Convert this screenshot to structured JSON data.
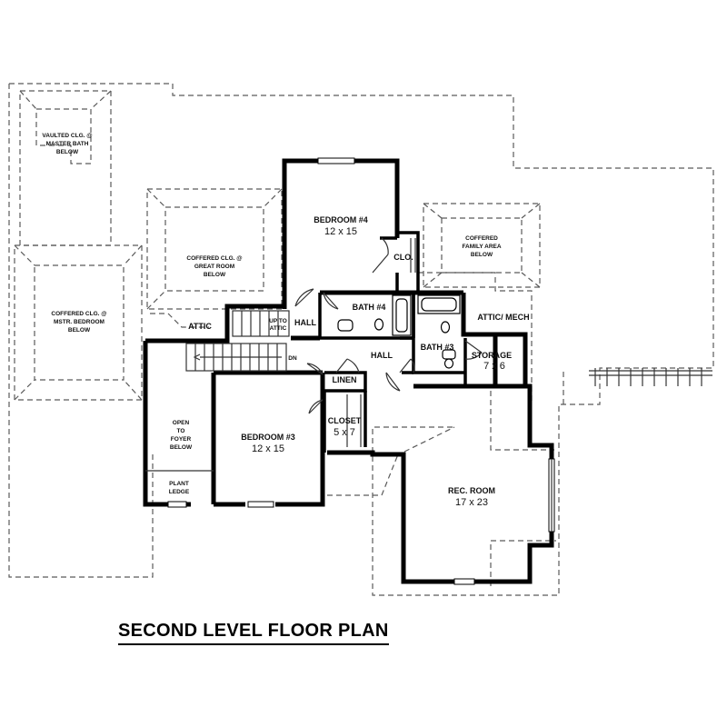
{
  "title": "SECOND LEVEL FLOOR PLAN",
  "rooms": {
    "bedroom4": {
      "name": "BEDROOM #4",
      "size": "12 x 15"
    },
    "bedroom3": {
      "name": "BEDROOM #3",
      "size": "12 x 15"
    },
    "rec_room": {
      "name": "REC. ROOM",
      "size": "17 x 23"
    },
    "closet": {
      "name": "CLOSET",
      "size": "5 x 7"
    },
    "storage": {
      "name": "STORAGE",
      "size": "7 x 6"
    },
    "bath4": "BATH #4",
    "bath3": "BATH #3",
    "clo": "CLO.",
    "hall_upper": "HALL",
    "hall_main": "HALL",
    "linen": "LINEN",
    "attic_left": "ATTIC",
    "attic_mech": "ATTIC/ MECH",
    "up_to_attic": [
      "UP TO",
      "ATTIC"
    ],
    "dn": "DN",
    "open_to_foyer": [
      "OPEN",
      "TO",
      "FOYER",
      "BELOW"
    ],
    "plant_ledge": [
      "PLANT",
      "LEDGE"
    ]
  },
  "below_notes": {
    "master_bath": [
      "VAULTED CLG. @",
      "MASTER BATH",
      "BELOW"
    ],
    "master_bedroom": [
      "COFFERED CLG. @",
      "MSTR. BEDROOM",
      "BELOW"
    ],
    "great_room": [
      "COFFERED CLG. @",
      "GREAT ROOM",
      "BELOW"
    ],
    "family_area": [
      "COFFERED",
      "FAMILY AREA",
      "BELOW"
    ]
  }
}
